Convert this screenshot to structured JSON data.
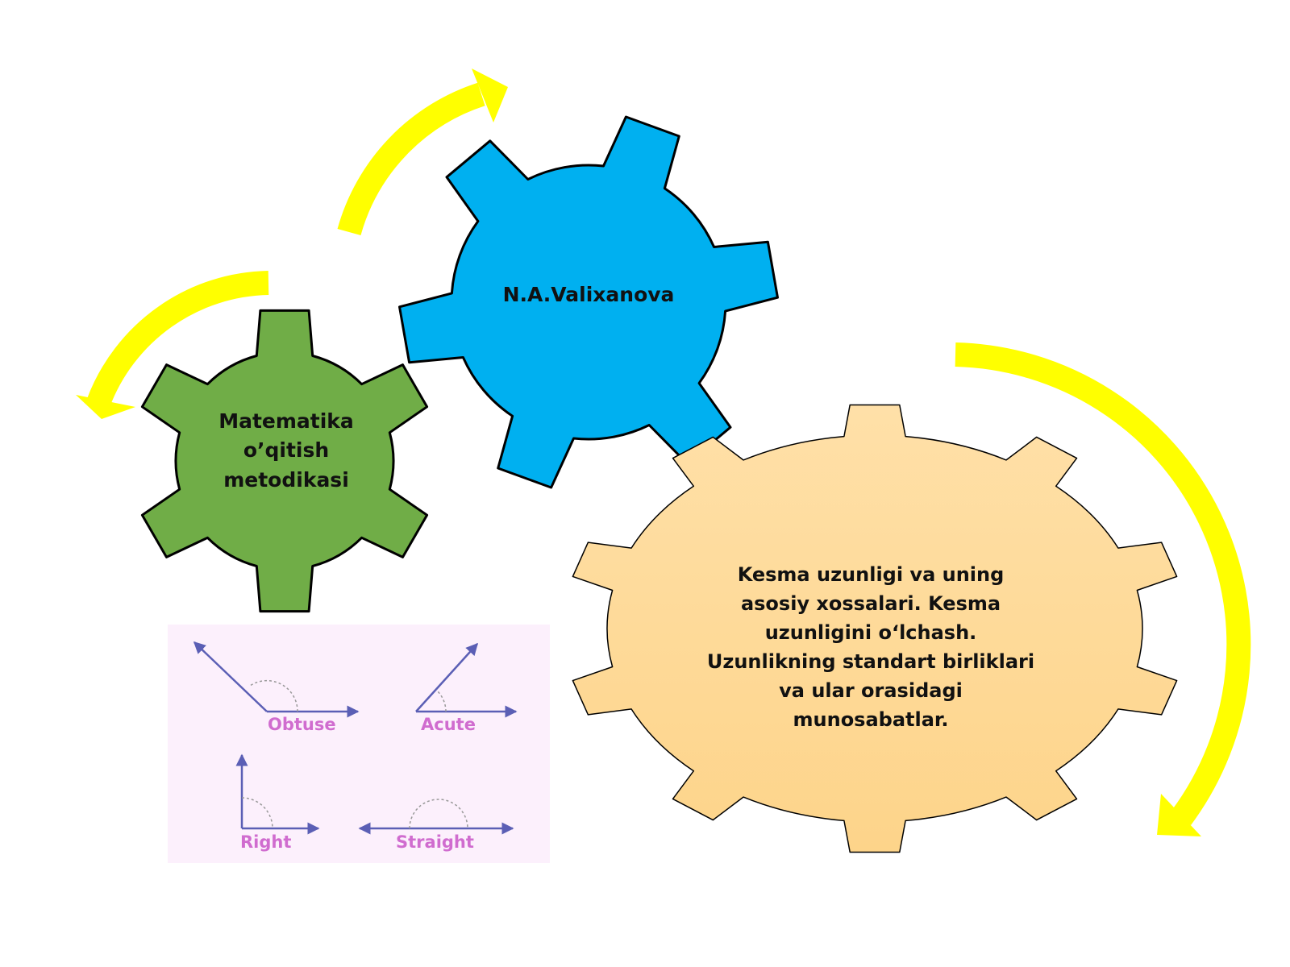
{
  "colors": {
    "gear_blue": "#00b0f0",
    "gear_green": "#70ad47",
    "gear_peach": "#ffd993",
    "arrow_yellow": "#ffff00",
    "angle_line": "#5b5fb5",
    "angle_label": "#d06ccf",
    "panel_background": "#fcf0fc"
  },
  "gears": {
    "author": {
      "label": "N.A.Valixanova"
    },
    "subject": {
      "label": "Matematika o’qitish metodikasi"
    },
    "topic": {
      "label": "Kesma uzunligi va uning asosiy xossalari.  Kesma uzunligini o‘lchash. Uzunlikning standart birliklari va  ular orasidagi munosabatlar."
    }
  },
  "angles": {
    "obtuse": "Obtuse",
    "acute": "Acute",
    "right": "Right",
    "straight": "Straight"
  }
}
